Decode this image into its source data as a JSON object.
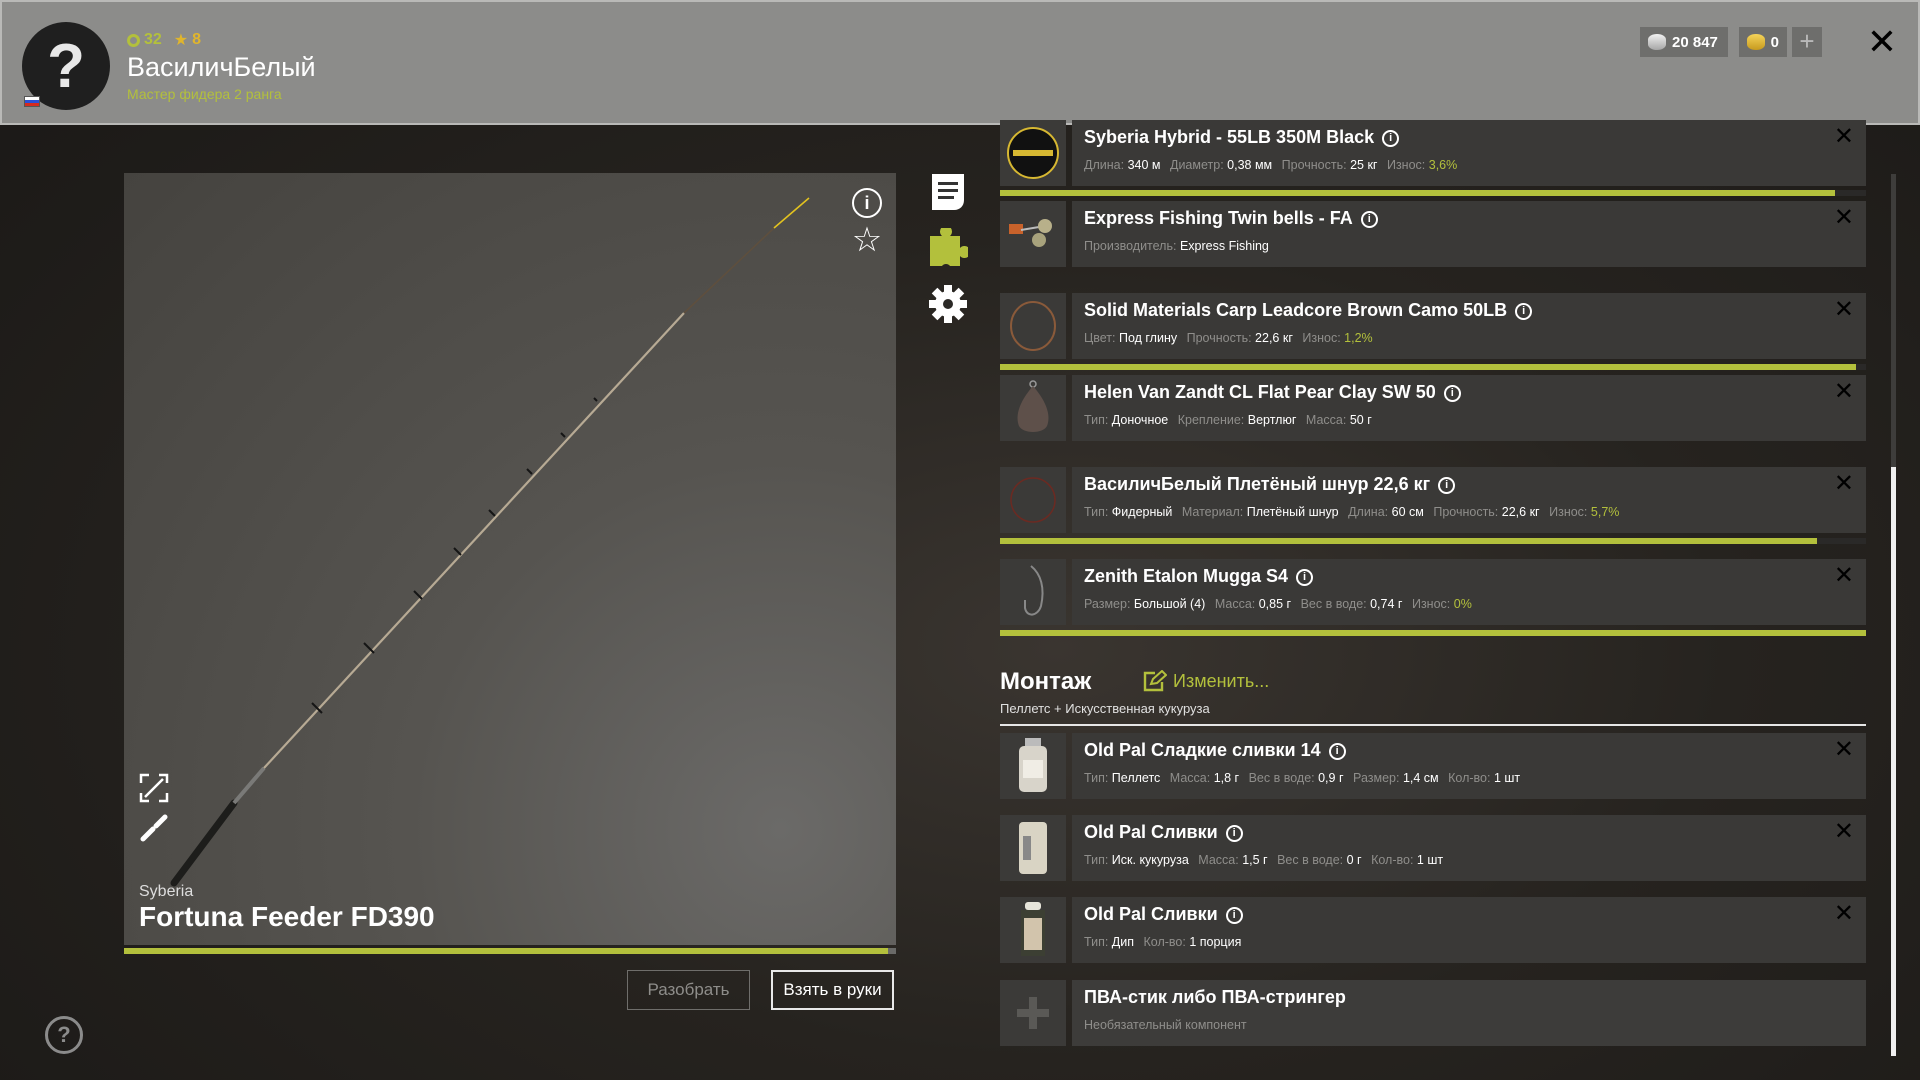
{
  "header": {
    "avatar_glyph": "?",
    "level": "32",
    "stars": "8",
    "username": "ВасиличБелый",
    "rank": "Мастер фидера 2 ранга",
    "silver": "20 847",
    "gold": "0",
    "plus": "+",
    "close": "✕"
  },
  "rod": {
    "brand": "Syberia",
    "name": "Fortuna Feeder FD390",
    "wear_percent": 99,
    "buttons": {
      "disassemble": "Разобрать",
      "take": "Взять в руки"
    }
  },
  "tackle": [
    {
      "title": "Syberia Hybrid - 55LB 350M Black",
      "props": [
        [
          "Длина:",
          "340 м"
        ],
        [
          "Диаметр:",
          "0,38 мм"
        ],
        [
          "Прочность:",
          "25 кг"
        ],
        [
          "Износ:",
          "3,6%"
        ]
      ],
      "wear_fill": 96.4
    },
    {
      "title": "Express Fishing Twin bells - FA",
      "props": [
        [
          "Производитель:",
          "Express Fishing"
        ]
      ]
    },
    {
      "title": "Solid Materials Carp Leadcore Brown Camo 50LB",
      "props": [
        [
          "Цвет:",
          "Под глину"
        ],
        [
          "Прочность:",
          "22,6 кг"
        ],
        [
          "Износ:",
          "1,2%"
        ]
      ],
      "wear_fill": 98.8
    },
    {
      "title": "Helen Van Zandt CL Flat Pear Clay SW 50",
      "props": [
        [
          "Тип:",
          "Доночное"
        ],
        [
          "Крепление:",
          "Вертлюг"
        ],
        [
          "Масса:",
          "50 г"
        ]
      ]
    },
    {
      "title": "ВасиличБелый Плетёный шнур 22,6 кг",
      "props": [
        [
          "Тип:",
          "Фидерный"
        ],
        [
          "Материал:",
          "Плетёный шнур"
        ],
        [
          "Длина:",
          "60 см"
        ],
        [
          "Прочность:",
          "22,6 кг"
        ],
        [
          "Износ:",
          "5,7%"
        ]
      ],
      "wear_fill": 94.3
    },
    {
      "title": "Zenith Etalon Mugga S4",
      "props": [
        [
          "Размер:",
          "Большой (4)"
        ],
        [
          "Масса:",
          "0,85 г"
        ],
        [
          "Вес в воде:",
          "0,74 г"
        ],
        [
          "Износ:",
          "0%"
        ]
      ],
      "wear_fill": 100
    }
  ],
  "montage": {
    "title": "Монтаж",
    "edit": "Изменить...",
    "subtitle": "Пеллетс  +  Искусственная кукуруза",
    "baits": [
      {
        "title": "Old Pal Сладкие сливки 14",
        "props": [
          [
            "Тип:",
            "Пеллетс"
          ],
          [
            "Масса:",
            "1,8 г"
          ],
          [
            "Вес в воде:",
            "0,9 г"
          ],
          [
            "Размер:",
            "1,4 см"
          ],
          [
            "Кол-во:",
            "1 шт"
          ]
        ]
      },
      {
        "title": "Old Pal Сливки",
        "props": [
          [
            "Тип:",
            "Иск. кукуруза"
          ],
          [
            "Масса:",
            "1,5 г"
          ],
          [
            "Вес в воде:",
            "0 г"
          ],
          [
            "Кол-во:",
            "1 шт"
          ]
        ]
      },
      {
        "title": "Old Pal Сливки",
        "props": [
          [
            "Тип:",
            "Дип"
          ],
          [
            "Кол-во:",
            "1 порция"
          ]
        ]
      }
    ],
    "optional": {
      "title": "ПВА-стик либо ПВА-стрингер",
      "subtitle": "Необязательный компонент"
    }
  },
  "icons": {
    "info": "i",
    "remove": "✕",
    "star": "☆",
    "help": "?"
  },
  "colors": {
    "accent": "#b3c03c",
    "gold": "#e0b52c",
    "header_bg": "#8c8c8a"
  }
}
